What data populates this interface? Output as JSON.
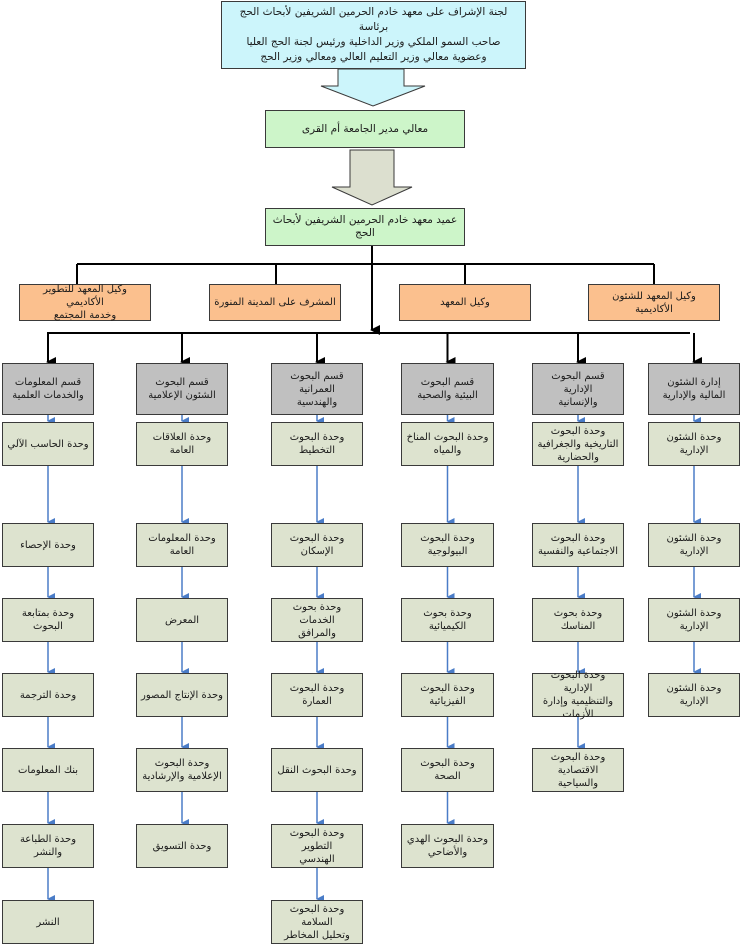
{
  "top": "لجنة الإشراف على معهد خادم الحرمين الشريفين لأبحاث الحج برئاسة\nصاحب السمو الملكي وزير الداخلية ورئيس لجنة الحج العليا\nوعضوية معالي وزير التعليم العالي ومعالي وزير الحج",
  "president": "معالي مدير الجامعة أم القرى",
  "dean": "عميد معهد خادم الحرمين الشريفين لأبحاث الحج",
  "vice": [
    "وكيل المعهد للشئون الأكاديمية",
    "وكيل المعهد",
    "المشرف على المدينة المنورة",
    "وكيل المعهد للتطوير الأكاديمي\nوخدمة المجتمع"
  ],
  "depts": [
    {
      "name": "إدارة الشئون\nالمالية والإدارية",
      "units": [
        "وحدة الشئون الإدارية",
        "وحدة الشئون الإدارية",
        "وحدة الشئون الإدارية",
        "وحدة الشئون الإدارية"
      ]
    },
    {
      "name": "قسم البحوث\nالإدارية\nوالإنسانية",
      "units": [
        "وحدة البحوث\nالتاريخية والجغرافية\nوالحضارية",
        "وحدة البحوث\nالاجتماعية والنفسية",
        "وحدة بحوث المناسك",
        "وحدة البحوث الإدارية\nوالتنظيمية وإدارة\nالأزمات",
        "وحدة البحوث\nالاقتصادية والسياحية"
      ]
    },
    {
      "name": "قسم البحوث\nالبيئية والصحية",
      "units": [
        "وحدة البحوث المناخ\nوالمياه",
        "وحدة البحوث\nالبيولوجية",
        "وحدة بحوث الكيميائية",
        "وحدة البحوث\nالفيزيائية",
        "وحدة البحوث الصحة",
        "وحدة البحوث الهدي\nوالأضاحي"
      ]
    },
    {
      "name": "قسم البحوث\nالعمرانية\nوالهندسية",
      "units": [
        "وحدة البحوث\nالتخطيط",
        "وحدة البحوث الإسكان",
        "وحدة بحوث الخدمات\nوالمرافق",
        "وحدة البحوث العمارة",
        "وحدة البحوث النقل",
        "وحدة البحوث التطوير\nالهندسي",
        "وحدة البحوث السلامة\nوتحليل المخاطر"
      ]
    },
    {
      "name": "قسم البحوث\nالشئون الإعلامية",
      "units": [
        "وحدة العلاقات العامة",
        "وحدة المعلومات\nالعامة",
        "المعرض",
        "وحدة الإنتاج المصور",
        "وحدة البحوث\nالإعلامية والإرشادية",
        "وحدة التسويق"
      ]
    },
    {
      "name": "قسم المعلومات\nوالخدمات العلمية",
      "units": [
        "وحدة الحاسب الآلي",
        "وحدة الإحصاء",
        "وحدة بمتابعة البحوث",
        "وحدة الترجمة",
        "بنك المعلومات",
        "وحدة الطباعة والنشر",
        "النشر"
      ]
    }
  ],
  "colors": {
    "top": "#ccf5fb",
    "green": "#cdf5c9",
    "orange": "#fbc08e",
    "dept": "#c0c0c0",
    "unit": "#dde3cf",
    "arrow_blue": "#4a7cc7",
    "big_arrow": "#dcdfcf"
  }
}
